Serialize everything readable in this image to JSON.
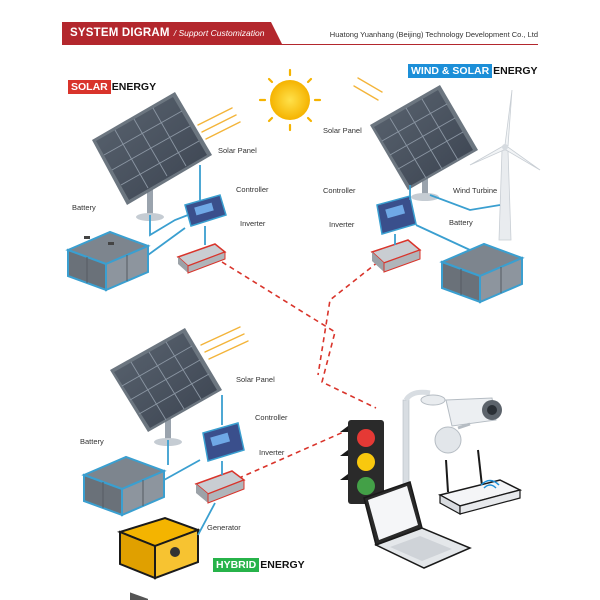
{
  "header": {
    "title": "SYSTEM DIGRAM",
    "subtitle": "/ Support Customization",
    "company": "Huatong Yuanhang (Beijing) Technology Development Co., Ltd"
  },
  "sections": {
    "solar": {
      "highlight": "SOLAR",
      "rest": "ENERGY"
    },
    "wind": {
      "highlight": "WIND & SOLAR",
      "rest": "ENERGY"
    },
    "hybrid": {
      "highlight": "HYBRID",
      "rest": "ENERGY"
    }
  },
  "labels": {
    "solar_panel_1": "Solar Panel",
    "controller_1": "Controller",
    "battery_1": "Battery",
    "inverter_1": "Inverter",
    "solar_panel_2": "Solar Panel",
    "controller_2": "Controller",
    "inverter_2": "Inverter",
    "wind_turbine": "Wind Turbine",
    "battery_2": "Battery",
    "solar_panel_3": "Solar Panel",
    "controller_3": "Controller",
    "battery_3": "Battery",
    "inverter_3": "Inverter",
    "generator": "Generator"
  },
  "colors": {
    "brand_red": "#b3272d",
    "wire_blue": "#3a9fd0",
    "dashed_red": "#d9342b"
  }
}
